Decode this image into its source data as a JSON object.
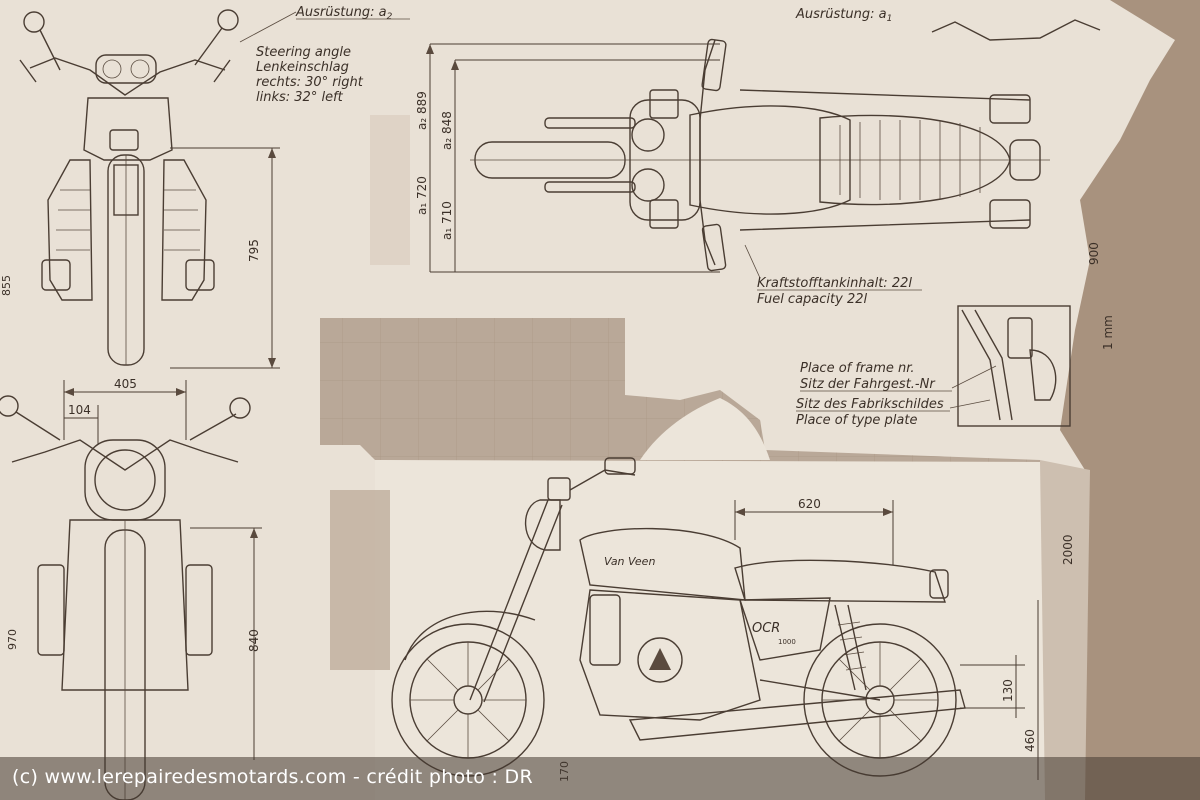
{
  "labels": {
    "ausr_a2": "Ausrüstung: a",
    "ausr_a2_sub": "2",
    "ausr_a1": "Ausrüstung: a",
    "ausr_a1_sub": "1",
    "steering_angle": "Steering angle",
    "lenkeinschlag": "Lenkeinschlag",
    "rechts": "rechts:  30° right",
    "links": "links:   32° left",
    "fuel_de": "Kraftstofftankinhalt: 22l",
    "fuel_en": "Fuel capacity  22l",
    "frame_en": "Place of frame nr.",
    "frame_de": "Sitz der Fahrgest.-Nr",
    "plate_de": "Sitz des Fabrikschildes",
    "plate_en": "Place of type plate",
    "brand": "Van Veen",
    "model": "OCR",
    "model_sub": "1000"
  },
  "dimensions": {
    "front_height": "795",
    "rear_width": "405",
    "lamp_width": "104",
    "rear_height": "840",
    "side_620": "620",
    "side_130": "130",
    "side_460": "460",
    "side_170": "170",
    "top_889": "a₂ 889",
    "top_848": "a₂ 848",
    "top_720": "a₁ 720",
    "top_710": "a₁ 710",
    "edge_left_top": "855",
    "edge_left_bottom": "970",
    "edge_right_1": "900",
    "edge_right_2": "1 mm",
    "edge_right_3": "2000"
  },
  "credit": "(c) www.lerepairedesmotards.com - crédit photo : DR",
  "colors": {
    "paper": "#e9e1d6",
    "paper_dark": "#b9a898",
    "ink": "#4a3d33",
    "tape": "#bfae9c"
  }
}
